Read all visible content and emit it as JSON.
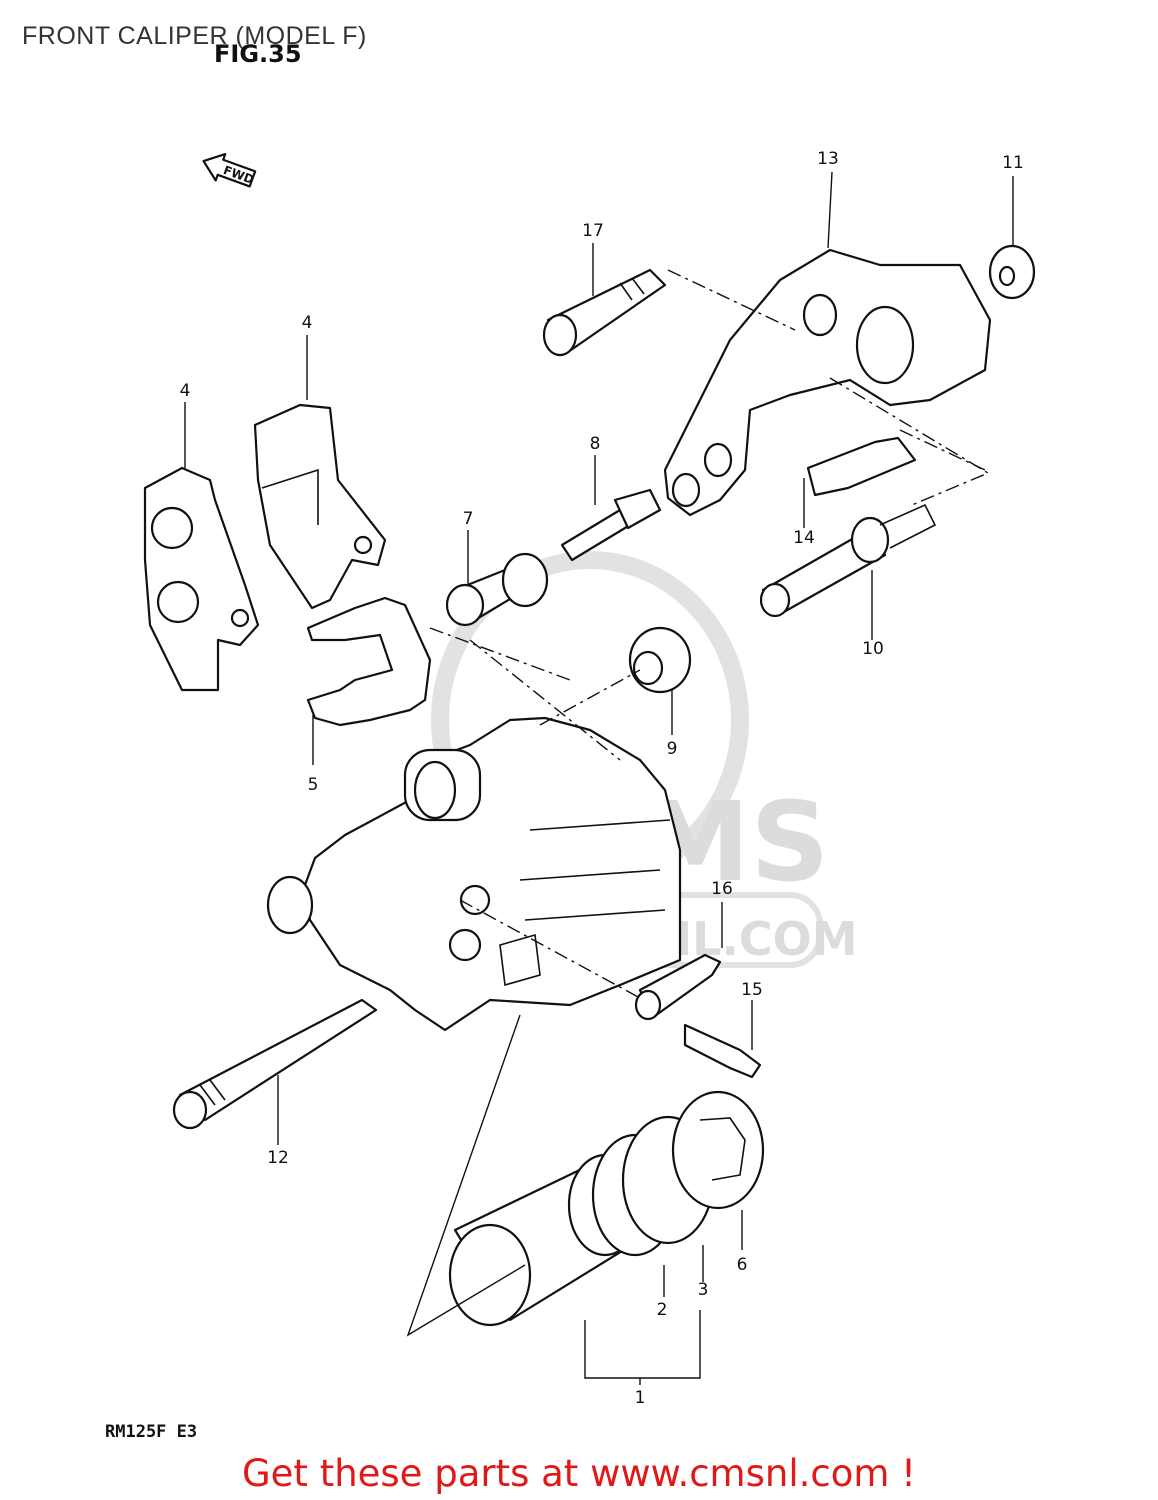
{
  "header": {
    "title": "FRONT CALIPER  (MODEL F)",
    "figure": "FIG.35"
  },
  "fwd_label": "FWD",
  "model_code": "RM125F E3",
  "watermark": {
    "top": "CMS",
    "bottom": "WWW.CMSNL.COM"
  },
  "callouts": [
    "1",
    "2",
    "3",
    "4",
    "4",
    "5",
    "6",
    "7",
    "8",
    "9",
    "10",
    "11",
    "12",
    "13",
    "14",
    "15",
    "16",
    "17"
  ],
  "footer": {
    "text": "Get these parts at www.cmsnl.com !",
    "color": "#e01818"
  }
}
